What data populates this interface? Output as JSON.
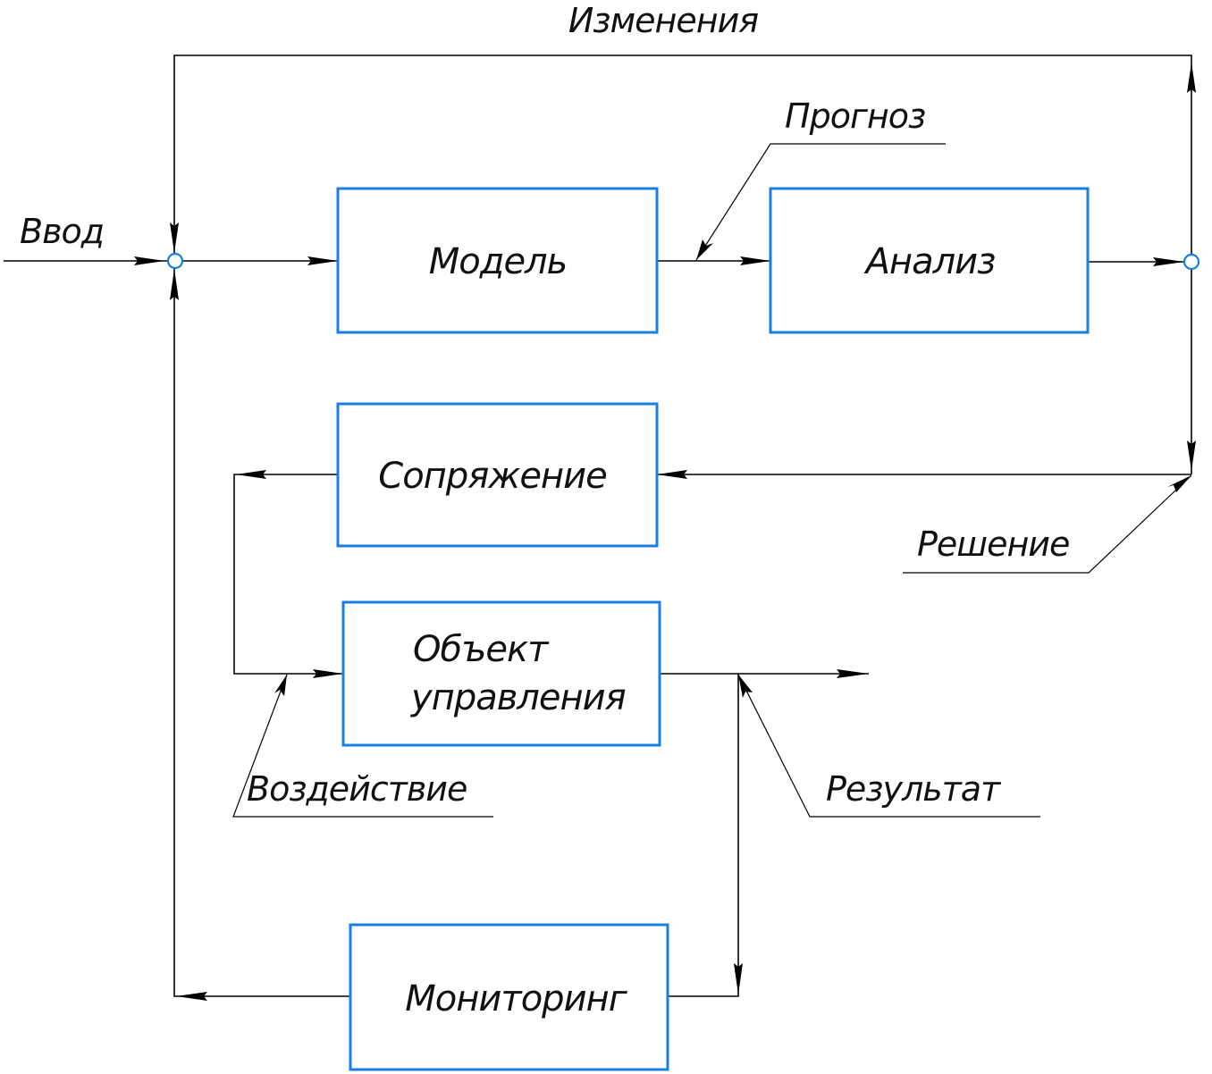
{
  "diagram": {
    "type": "block-diagram",
    "colors": {
      "box_stroke": "#1a7ee0",
      "line": "#000000",
      "text": "#111111"
    },
    "blocks": {
      "model": "Модель",
      "analysis": "Анализ",
      "coupling": "Сопряжение",
      "object_line1": "Объект",
      "object_line2": "управления",
      "monitoring": "Мониторинг"
    },
    "labels": {
      "input": "Ввод",
      "changes": "Изменения",
      "forecast": "Прогноз",
      "decision": "Решение",
      "impact": "Воздействие",
      "result": "Результат"
    },
    "connections": [
      {
        "from": "input",
        "to": "summing-node-left"
      },
      {
        "from": "summing-node-left",
        "to": "model"
      },
      {
        "from": "model",
        "to": "analysis",
        "label": "forecast"
      },
      {
        "from": "analysis",
        "to": "branch-node-right"
      },
      {
        "from": "branch-node-right",
        "to": "summing-node-left",
        "label": "changes"
      },
      {
        "from": "branch-node-right",
        "to": "coupling",
        "label": "decision"
      },
      {
        "from": "coupling",
        "to": "object",
        "label": "impact"
      },
      {
        "from": "object",
        "to": "output",
        "label": "result"
      },
      {
        "from": "object",
        "to": "monitoring"
      },
      {
        "from": "monitoring",
        "to": "summing-node-left"
      }
    ]
  }
}
